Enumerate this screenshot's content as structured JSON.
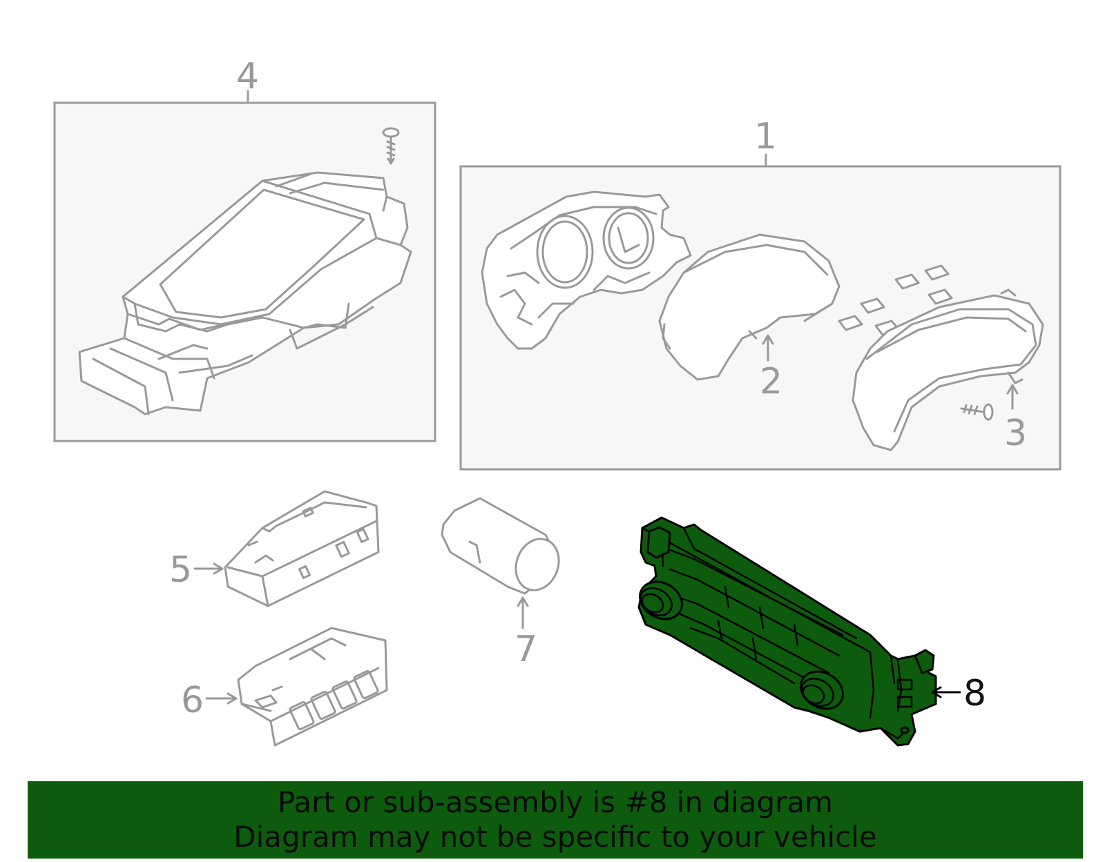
{
  "callouts": {
    "c1": "1",
    "c2": "2",
    "c3": "3",
    "c4": "4",
    "c5": "5",
    "c6": "6",
    "c7": "7",
    "c8": "8"
  },
  "highlighted_part": "8",
  "banner": {
    "line1": "Part or sub-assembly is #8 in diagram",
    "line2": "Diagram may not be specific to your vehicle"
  },
  "colors": {
    "highlight": "#0d5c0d",
    "outline": "#999999",
    "frame_fill": "#f7f7f7"
  }
}
